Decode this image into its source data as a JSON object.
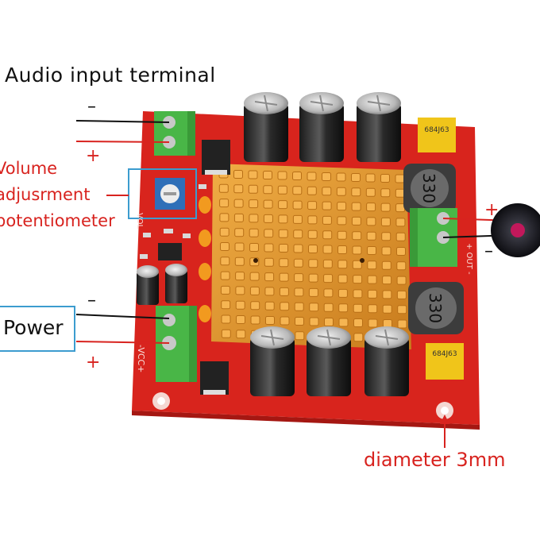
{
  "labels": {
    "audio_input": "Audio input terminal",
    "volume_line1": "Volume",
    "volume_line2": "adjusrment",
    "volume_line3": "potentiometer",
    "power": "Power",
    "diameter": "diameter 3mm"
  },
  "signs": {
    "audio_minus": "–",
    "audio_plus": "+",
    "power_minus": "–",
    "power_plus": "+",
    "speaker_plus": "+",
    "speaker_minus": "–"
  },
  "pcb_text": {
    "vol": "VOL",
    "vcc": "-VCC+",
    "out": "+ OUT -",
    "inductor_top": "330",
    "inductor_bottom": "330",
    "cap_top": "684J63",
    "cap_bottom": "684J63"
  },
  "colors": {
    "pcb": "#d8241d",
    "heatsink": "#e59a2d",
    "terminal": "#49b647",
    "label_red": "#d8231f",
    "label_black": "#111111",
    "frame_blue": "#3c9ccf"
  }
}
